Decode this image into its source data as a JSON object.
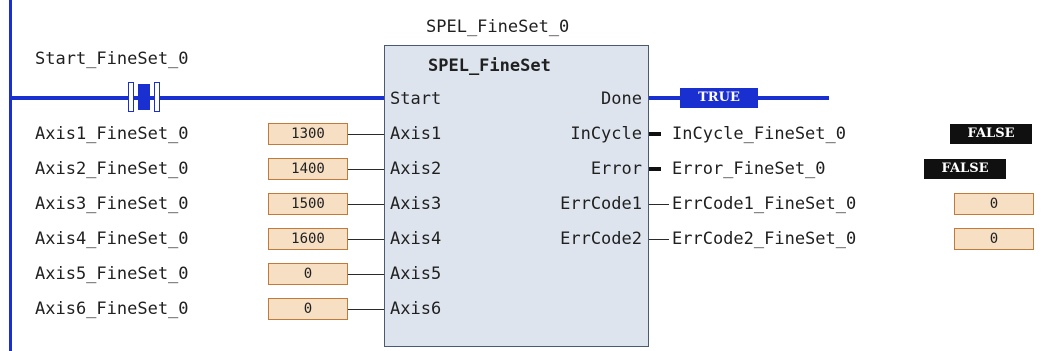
{
  "instance_name": "SPEL_FineSet_0",
  "block": {
    "type_name": "SPEL_FineSet",
    "inputs": [
      "Start",
      "Axis1",
      "Axis2",
      "Axis3",
      "Axis4",
      "Axis5",
      "Axis6"
    ],
    "outputs": [
      "Done",
      "InCycle",
      "Error",
      "ErrCode1",
      "ErrCode2"
    ]
  },
  "start_contact": {
    "variable": "Start_FineSet_0"
  },
  "input_variables": [
    {
      "name": "Axis1_FineSet_0",
      "value": "1300"
    },
    {
      "name": "Axis2_FineSet_0",
      "value": "1400"
    },
    {
      "name": "Axis3_FineSet_0",
      "value": "1500"
    },
    {
      "name": "Axis4_FineSet_0",
      "value": "1600"
    },
    {
      "name": "Axis5_FineSet_0",
      "value": "0"
    },
    {
      "name": "Axis6_FineSet_0",
      "value": "0"
    }
  ],
  "outputs": {
    "done_monitor": "TRUE",
    "incycle": {
      "name": "InCycle_FineSet_0",
      "value": "FALSE"
    },
    "error": {
      "name": "Error_FineSet_0",
      "value": "FALSE"
    },
    "errcode1": {
      "name": "ErrCode1_FineSet_0",
      "value": "0"
    },
    "errcode2": {
      "name": "ErrCode2_FineSet_0",
      "value": "0"
    }
  },
  "colors": {
    "rail": "#1a2fd0",
    "block_fill": "#dde4ee",
    "value_box_fill": "#f7dfc4",
    "value_box_border": "#c27a3a",
    "bool_monitor": "#101010"
  }
}
